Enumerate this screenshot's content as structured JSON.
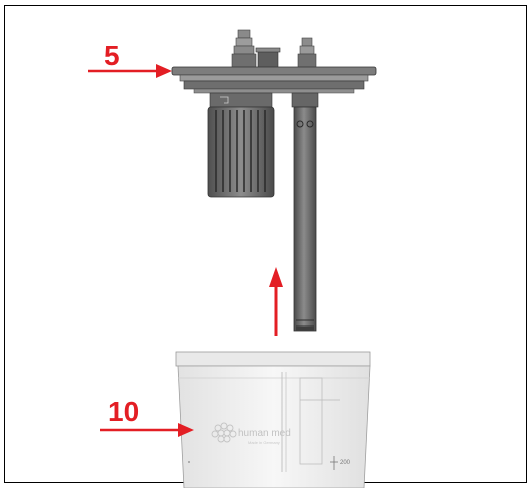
{
  "callouts": {
    "lid_number": "5",
    "container_number": "10"
  },
  "container": {
    "brand_name": "human med",
    "brand_origin": "Made in Germany",
    "tick_label": "200"
  },
  "colors": {
    "callout": "#e31e24",
    "arrow": "#e31e24",
    "part_dark": "#5d5d5d",
    "part_mid": "#7a7a7a",
    "part_light": "#a6a6a6",
    "container_body": "#efefef",
    "outline": "#000000"
  },
  "icons": {
    "container_logo": "flower-logo-icon"
  }
}
